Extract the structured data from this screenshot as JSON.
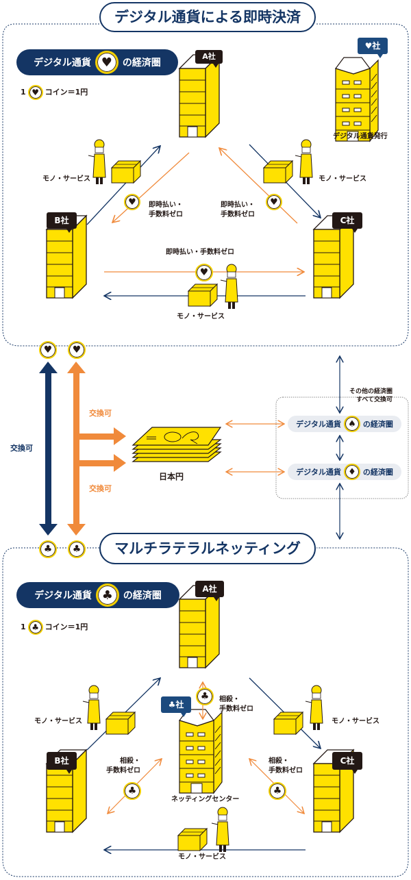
{
  "colors": {
    "navy": "#143564",
    "orange": "#f08a3b",
    "yellow": "#ffe100",
    "ink": "#231815",
    "light_pill": "#e9ecf1"
  },
  "section_top": {
    "title": "デジタル通貨による即時決済",
    "ecosystem_pill": {
      "prefix": "デジタル通貨",
      "coin_icon": "heart-icon",
      "coin_glyph": "♥",
      "suffix": "の経済圏"
    },
    "rate": {
      "amount": "1",
      "coin_glyph": "♥",
      "text": "コイン＝1円"
    },
    "issuer": {
      "tag": "♥社",
      "caption": "デジタル通貨発行"
    },
    "companies": {
      "a": "A社",
      "b": "B社",
      "c": "C社"
    },
    "labels": {
      "goods_left": "モノ・サービス",
      "goods_right": "モノ・サービス",
      "goods_bottom": "モノ・サービス",
      "pay_left_line1": "即時払い・",
      "pay_left_line2": "手数料ゼロ",
      "pay_right_line1": "即時払い・",
      "pay_right_line2": "手数料ゼロ",
      "pay_bottom": "即時払い・手数料ゼロ"
    },
    "coin_glyph": "♥"
  },
  "middle": {
    "exchange_navy": "交換可",
    "exchange_orange_top": "交換可",
    "exchange_orange_bottom": "交換可",
    "yen_caption": "日本円",
    "other_box_title_line1": "その他の経済圏",
    "other_box_title_line2": "すべて交換可",
    "other_ecosystems": [
      {
        "prefix": "デジタル通貨",
        "coin_icon": "spade-icon",
        "coin_glyph": "♠",
        "suffix": "の経済圏"
      },
      {
        "prefix": "デジタル通貨",
        "coin_icon": "diamond-icon",
        "coin_glyph": "♦",
        "suffix": "の経済圏"
      }
    ],
    "top_coins": [
      "♥",
      "♥"
    ],
    "bottom_coins": [
      "♣",
      "♣"
    ]
  },
  "section_bottom": {
    "title": "マルチラテラルネッティング",
    "ecosystem_pill": {
      "prefix": "デジタル通貨",
      "coin_icon": "club-icon",
      "coin_glyph": "♣",
      "suffix": "の経済圏"
    },
    "rate": {
      "amount": "1",
      "coin_glyph": "♣",
      "text": "コイン＝1円"
    },
    "center": {
      "tag": "♣社",
      "caption": "ネッティングセンター"
    },
    "companies": {
      "a": "A社",
      "b": "B社",
      "c": "C社"
    },
    "labels": {
      "goods_left": "モノ・サービス",
      "goods_right": "モノ・サービス",
      "goods_bottom": "モノ・サービス",
      "net_top_line1": "相殺・",
      "net_top_line2": "手数料ゼロ",
      "net_left_line1": "相殺・",
      "net_left_line2": "手数料ゼロ",
      "net_right_line1": "相殺・",
      "net_right_line2": "手数料ゼロ"
    },
    "coin_glyph": "♣"
  }
}
